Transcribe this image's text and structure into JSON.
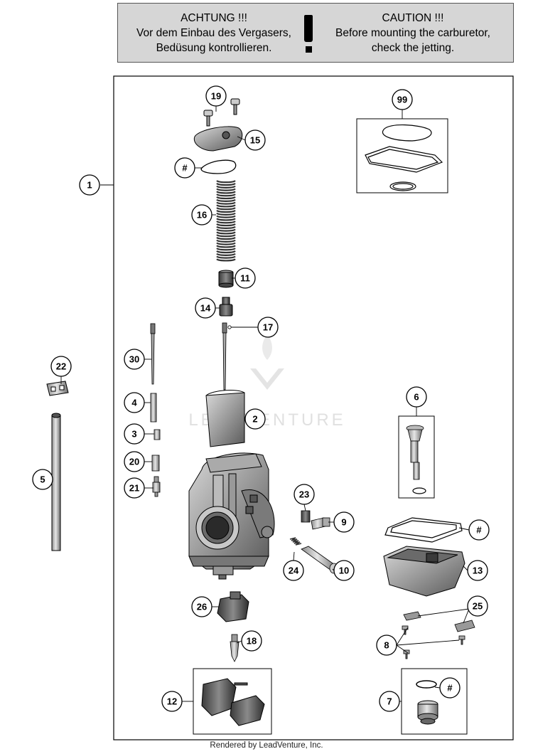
{
  "caution": {
    "de_title": "ACHTUNG !!!",
    "de_line1": "Vor dem Einbau des Vergasers,",
    "de_line2": "Bedüsung kontrollieren.",
    "en_title": "CAUTION !!!",
    "en_line1": "Before mounting the carburetor,",
    "en_line2": "check the jetting."
  },
  "watermark": {
    "text": "LEADVENTURE"
  },
  "callouts": {
    "c1": "1",
    "c2": "2",
    "c3": "3",
    "c4": "4",
    "c5": "5",
    "c6": "6",
    "c7": "7",
    "c8": "8",
    "c9": "9",
    "c10": "10",
    "c11": "11",
    "c12": "12",
    "c13": "13",
    "c14": "14",
    "c15": "15",
    "c16": "16",
    "c17": "17",
    "c18": "18",
    "c19": "19",
    "c20": "20",
    "c21": "21",
    "c22": "22",
    "c23": "23",
    "c24": "24",
    "c25": "25",
    "c26": "26",
    "c30": "30",
    "c99": "99",
    "hash_a": "#",
    "hash_b": "#",
    "hash_c": "#"
  },
  "footer": {
    "credit": "Rendered by LeadVenture, Inc."
  },
  "colors": {
    "panel": "#d6d6d6",
    "line": "#000000",
    "watermark": "#c8c8c8"
  }
}
